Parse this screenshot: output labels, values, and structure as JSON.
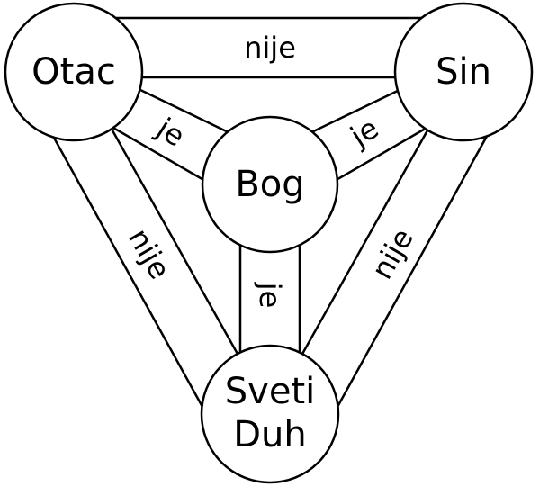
{
  "nodes": {
    "father": {
      "label": "Otac"
    },
    "son": {
      "label": "Sin"
    },
    "god": {
      "label": "Bog"
    },
    "spirit": {
      "line1": "Sveti",
      "line2": "Duh"
    }
  },
  "edges": {
    "father_son": "nije",
    "father_spirit": "nije",
    "son_spirit": "nije",
    "father_god": "je",
    "son_god": "je",
    "spirit_god": "je"
  },
  "colors": {
    "stroke": "#000000",
    "fill": "#ffffff"
  }
}
